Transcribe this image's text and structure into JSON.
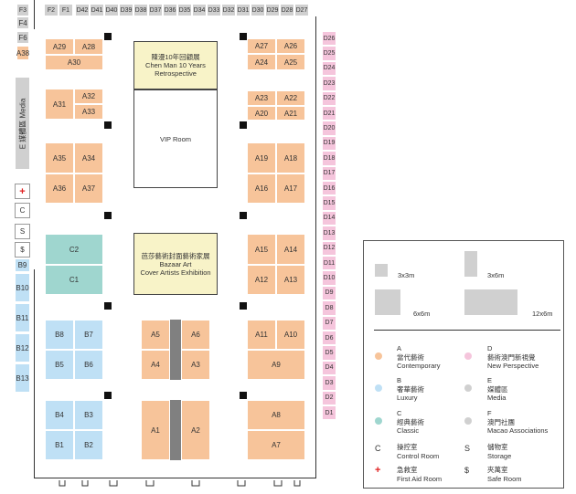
{
  "colors": {
    "contemporary": "#f7c49a",
    "luxury": "#bfe0f5",
    "classic": "#9fd6cf",
    "new_perspective": "#f5c5dc",
    "facility": "#d0d0d0",
    "feature_fill": "#f8f3c8",
    "first_aid_red": "#e02020"
  },
  "top_row": [
    "F3",
    "F2",
    "F1",
    "D42",
    "D41",
    "D40",
    "D39",
    "D38",
    "D37",
    "D36",
    "D35",
    "D34",
    "D33",
    "D32",
    "D31",
    "D30",
    "D29",
    "D28",
    "D27"
  ],
  "left_column_top": [
    "F4",
    "F6",
    "A38"
  ],
  "media": {
    "label": "E 媒體區 Media"
  },
  "facilities": {
    "first_aid": "+",
    "control": "C",
    "storage": "S",
    "safe": "$"
  },
  "left_column_b": [
    "B9",
    "B10",
    "B11",
    "B12",
    "B13"
  ],
  "right_column_d": [
    "D26",
    "D25",
    "D24",
    "D23",
    "D22",
    "D21",
    "D20",
    "D19",
    "D18",
    "D17",
    "D16",
    "D15",
    "D14",
    "D13",
    "D12",
    "D11",
    "D10",
    "D9",
    "D8",
    "D7",
    "D6",
    "D5",
    "D4",
    "D3",
    "D2",
    "D1"
  ],
  "booths": {
    "a29": "A29",
    "a28": "A28",
    "a30": "A30",
    "a31": "A31",
    "a32": "A32",
    "a33": "A33",
    "a35": "A35",
    "a34": "A34",
    "a36": "A36",
    "a37": "A37",
    "c2": "C2",
    "c1": "C1",
    "b8": "B8",
    "b7": "B7",
    "b5": "B5",
    "b6": "B6",
    "b4": "B4",
    "b3": "B3",
    "b1": "B1",
    "b2": "B2",
    "a5": "A5",
    "a6": "A6",
    "a4": "A4",
    "a3": "A3",
    "a1": "A1",
    "a2": "A2",
    "a27": "A27",
    "a26": "A26",
    "a24": "A24",
    "a25": "A25",
    "a23": "A23",
    "a22": "A22",
    "a20": "A20",
    "a21": "A21",
    "a19": "A19",
    "a18": "A18",
    "a16": "A16",
    "a17": "A17",
    "a15": "A15",
    "a14": "A14",
    "a12": "A12",
    "a13": "A13",
    "a11": "A11",
    "a10": "A10",
    "a9": "A9",
    "a8": "A8",
    "a7": "A7"
  },
  "features": {
    "chen_man": {
      "line1": "陳漫10年回顧展",
      "line2": "Chen Man 10 Years",
      "line3": "Retrospective"
    },
    "vip": {
      "label": "VIP Room"
    },
    "bazaar": {
      "line1": "芭莎藝術封面藝術家展",
      "line2": "Bazaar Art",
      "line3": "Cover Artists Exhibition"
    }
  },
  "legend": {
    "size_3x3": "3x3m",
    "size_3x6": "3x6m",
    "size_6x6": "6x6m",
    "size_12x6": "12x6m",
    "a_letter": "A",
    "a_zh": "當代藝術",
    "a_en": "Contemporary",
    "d_letter": "D",
    "d_zh": "藝術澳門新視覺",
    "d_en": "New Perspective",
    "b_letter": "B",
    "b_zh": "奢華藝術",
    "b_en": "Luxury",
    "e_letter": "E",
    "e_zh": "媒體區",
    "e_en": "Media",
    "c_letter": "C",
    "c_zh": "經典藝術",
    "c_en": "Classic",
    "f_letter": "F",
    "f_zh": "澳門社團",
    "f_en": "Macao Associations",
    "control_sym": "C",
    "control_zh": "操控室",
    "control_en": "Control Room",
    "storage_sym": "S",
    "storage_zh": "儲物室",
    "storage_en": "Storage",
    "firstaid_sym": "+",
    "firstaid_zh": "急救室",
    "firstaid_en": "First Aid Room",
    "safe_sym": "$",
    "safe_zh": "夾萬室",
    "safe_en": "Safe Room"
  }
}
